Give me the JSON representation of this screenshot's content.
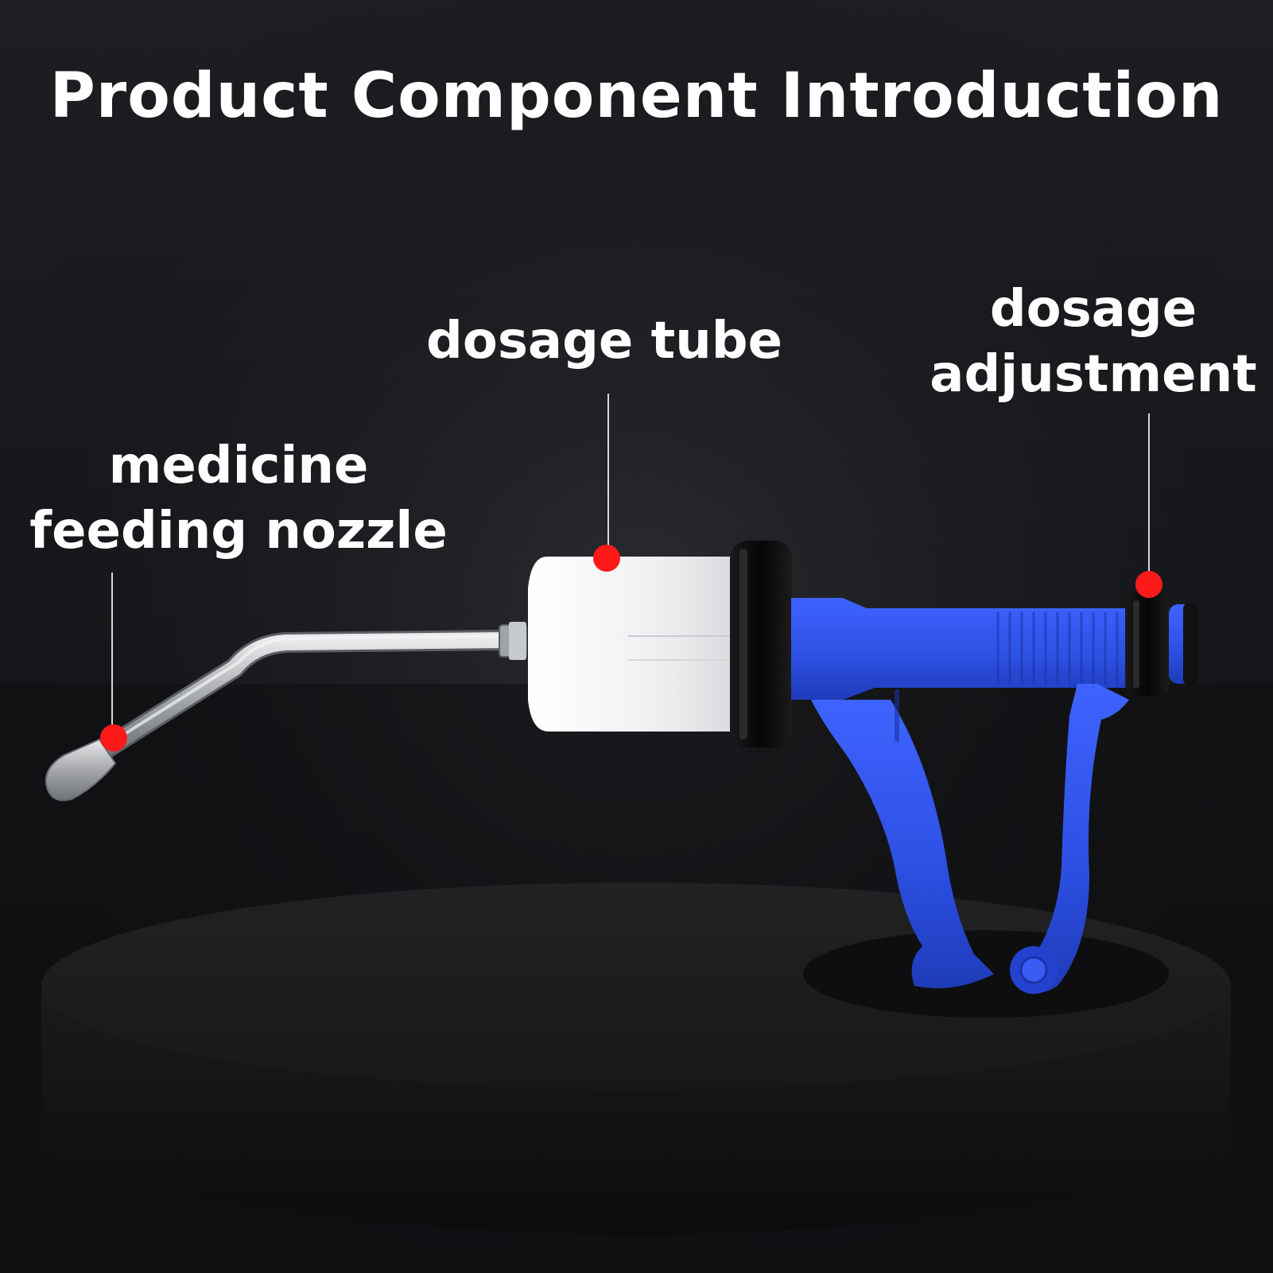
{
  "title": "Product Component Introduction",
  "labels": {
    "nozzle": {
      "line1": "medicine",
      "line2": "feeding nozzle"
    },
    "tube": {
      "line1": "dosage tube"
    },
    "adjustment": {
      "line1": "dosage",
      "line2": "adjustment"
    }
  },
  "colors": {
    "background": "#16171a",
    "text": "#ffffff",
    "marker": "#ff1a1a",
    "handle_blue": "#2d4fe0",
    "cap_black": "#0d0d0d",
    "tube_white": "#f1f3f4",
    "steel": "#b9bcbe"
  }
}
